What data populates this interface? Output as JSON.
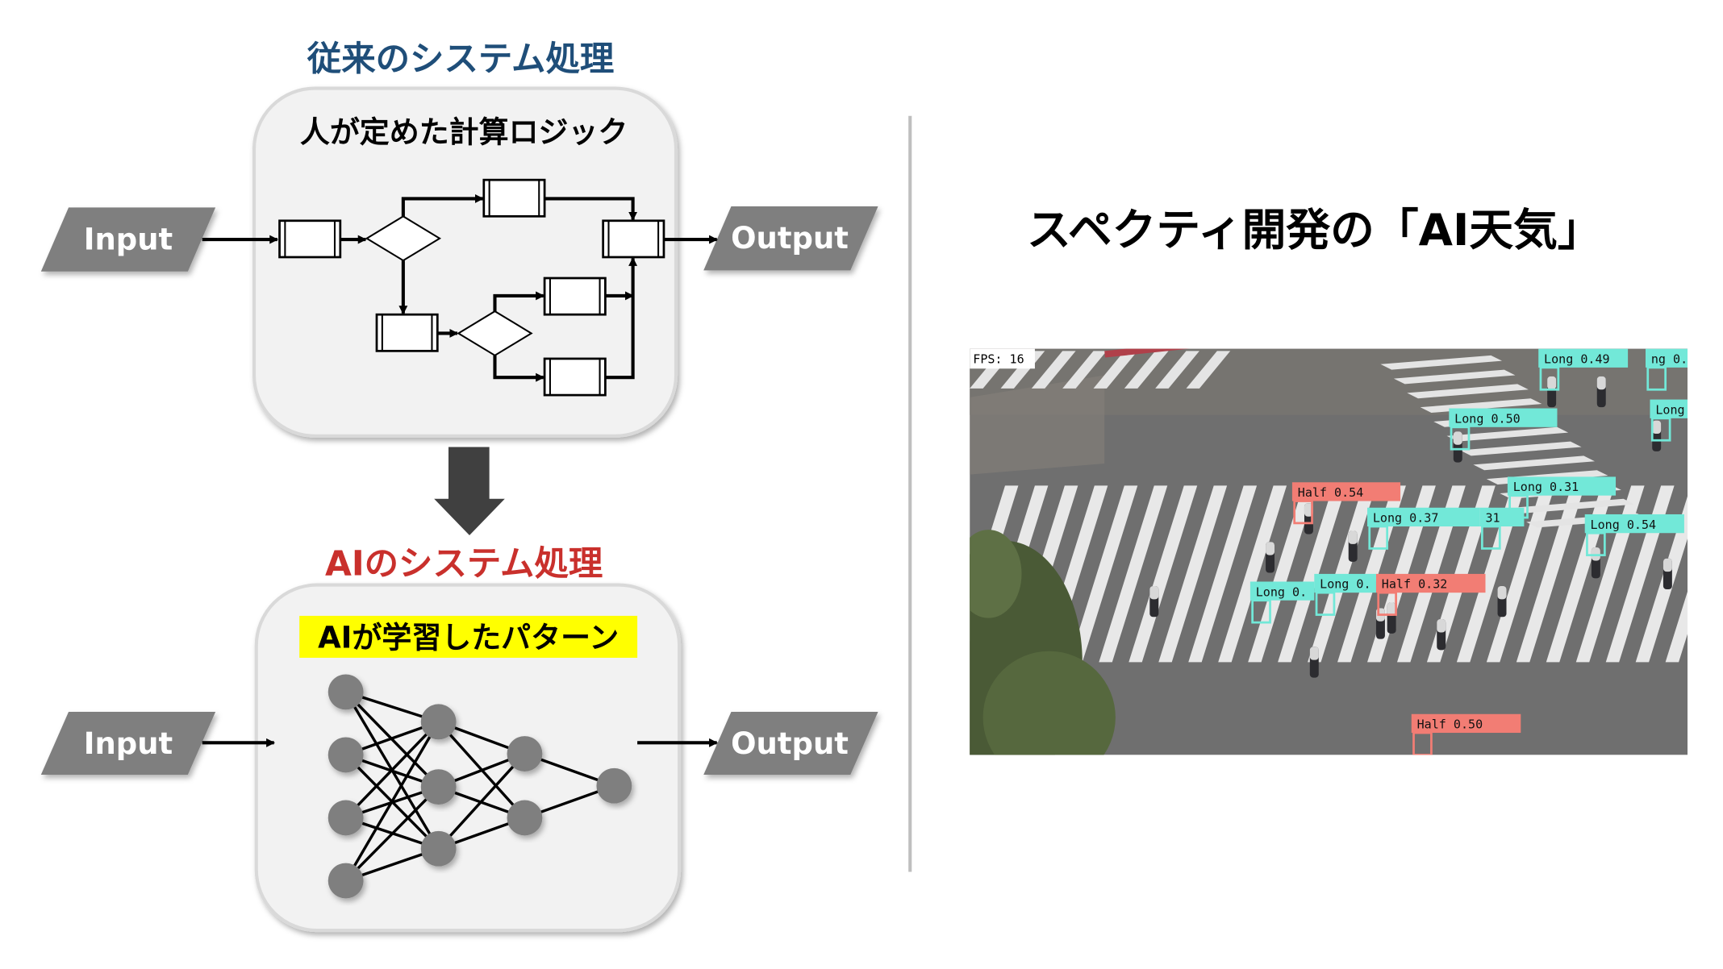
{
  "traditional": {
    "title": "従来のシステム処理",
    "subtitle": "人が定めた計算ロジック",
    "input_label": "Input",
    "output_label": "Output"
  },
  "ai": {
    "title": "AIのシステム処理",
    "subtitle": "AIが学習したパターン",
    "input_label": "Input",
    "output_label": "Output"
  },
  "right": {
    "title": "スペクティ開発の「AI天気」",
    "fps_label": "FPS: 16",
    "detections": [
      {
        "text": "Long 0.49",
        "kind": "long"
      },
      {
        "text": "ng 0.",
        "kind": "long"
      },
      {
        "text": "Long 0.50",
        "kind": "long"
      },
      {
        "text": "Long",
        "kind": "long"
      },
      {
        "text": "Half 0.54",
        "kind": "half"
      },
      {
        "text": "Long 0.31",
        "kind": "long"
      },
      {
        "text": "31",
        "kind": "long"
      },
      {
        "text": "Long 0.37",
        "kind": "long"
      },
      {
        "text": "Long 0.54",
        "kind": "long"
      },
      {
        "text": "Long 0.",
        "kind": "long"
      },
      {
        "text": "Long 0.",
        "kind": "long"
      },
      {
        "text": "Half 0.32",
        "kind": "half"
      },
      {
        "text": "Half 0.50",
        "kind": "half"
      }
    ]
  },
  "colors": {
    "title_blue": "#1f4e79",
    "title_red": "#c9302c",
    "highlight": "#ffff00",
    "long": "#72e8d8",
    "half": "#f27d74",
    "node": "#7f7f7f",
    "parallelogram": "#7f7f7f"
  }
}
